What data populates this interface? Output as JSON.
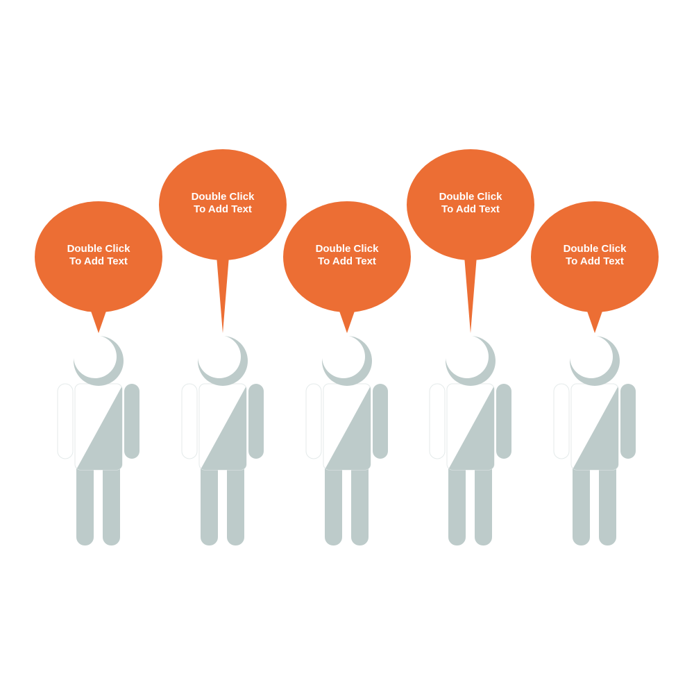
{
  "colors": {
    "bubble": "#ec6e34",
    "figure_shade": "#bdcbca",
    "figure_light": "#ffffff",
    "figure_outline": "#e4eaea",
    "text": "#ffffff"
  },
  "people": [
    {
      "bubble_text": "Double Click\nTo Add Text",
      "bubble_level": "low"
    },
    {
      "bubble_text": "Double Click\nTo Add Text",
      "bubble_level": "high"
    },
    {
      "bubble_text": "Double Click\nTo Add Text",
      "bubble_level": "low"
    },
    {
      "bubble_text": "Double Click\nTo Add Text",
      "bubble_level": "high"
    },
    {
      "bubble_text": "Double Click\nTo Add Text",
      "bubble_level": "low"
    }
  ]
}
